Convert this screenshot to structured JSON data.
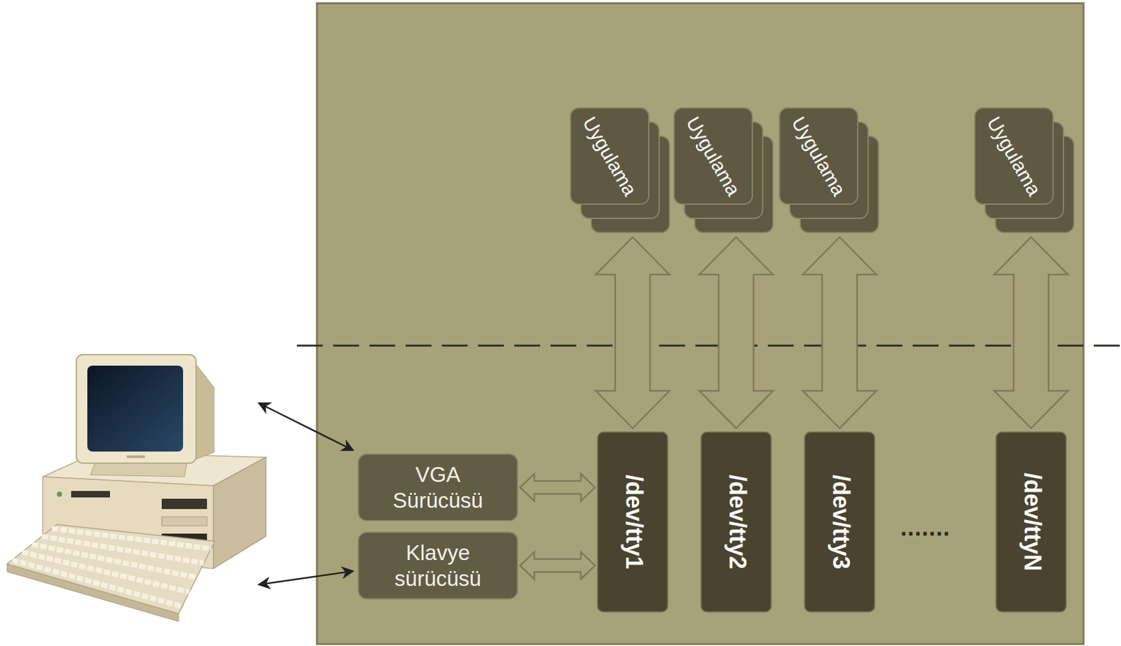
{
  "diagram": {
    "nodes": [
      {
        "text": [
          "Uygulama"
        ]
      },
      {
        "text": [
          "Uygulama"
        ]
      },
      {
        "text": [
          "Uygulama"
        ]
      },
      {
        "text": [
          "Uygulama"
        ]
      },
      {
        "text": [
          "VGA Sürücüsü"
        ]
      },
      {
        "text": [
          "Klavye sürücüsü"
        ]
      },
      {
        "text": [
          "/dev/tty1"
        ]
      },
      {
        "text": [
          "/dev/tty2"
        ]
      },
      {
        "text": [
          "/dev/tty3"
        ]
      },
      {
        "text": [
          "/dev/ttyN"
        ]
      }
    ],
    "edges": [
      {
        "from": 0,
        "to": 6,
        "arrow": "both"
      },
      {
        "from": 1,
        "to": 7,
        "arrow": "both"
      },
      {
        "from": 2,
        "to": 8,
        "arrow": "both"
      },
      {
        "from": 3,
        "to": 9,
        "arrow": "both"
      },
      {
        "from": 4,
        "to": 6,
        "arrow": "both"
      },
      {
        "from": 5,
        "to": 6,
        "arrow": "both"
      }
    ],
    "labels": [
      "......."
    ]
  }
}
